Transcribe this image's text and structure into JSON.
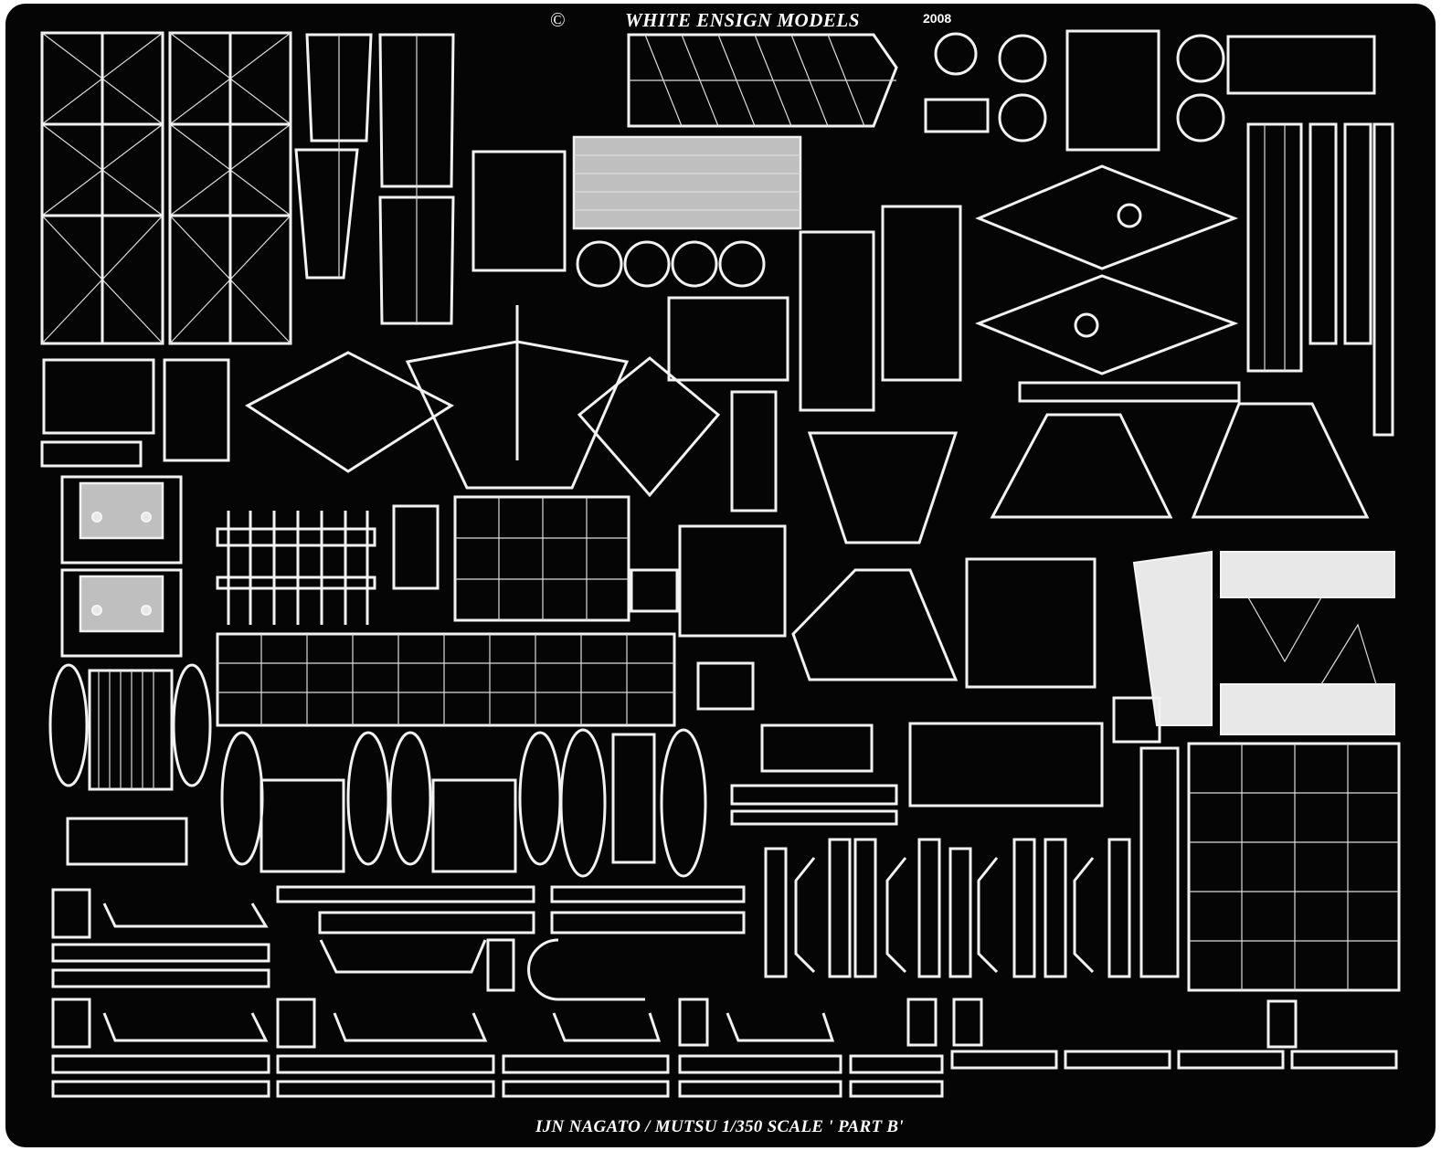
{
  "sheet": {
    "copyright_symbol": "©",
    "manufacturer": "WHITE ENSIGN MODELS",
    "year": "2008",
    "caption": "IJN NAGATO / MUTSU  1/350 SCALE   ' PART B'"
  },
  "colors": {
    "sheet_background": "#050505",
    "etched_metal": "#f2f2f2",
    "page_background": "#ffffff"
  }
}
